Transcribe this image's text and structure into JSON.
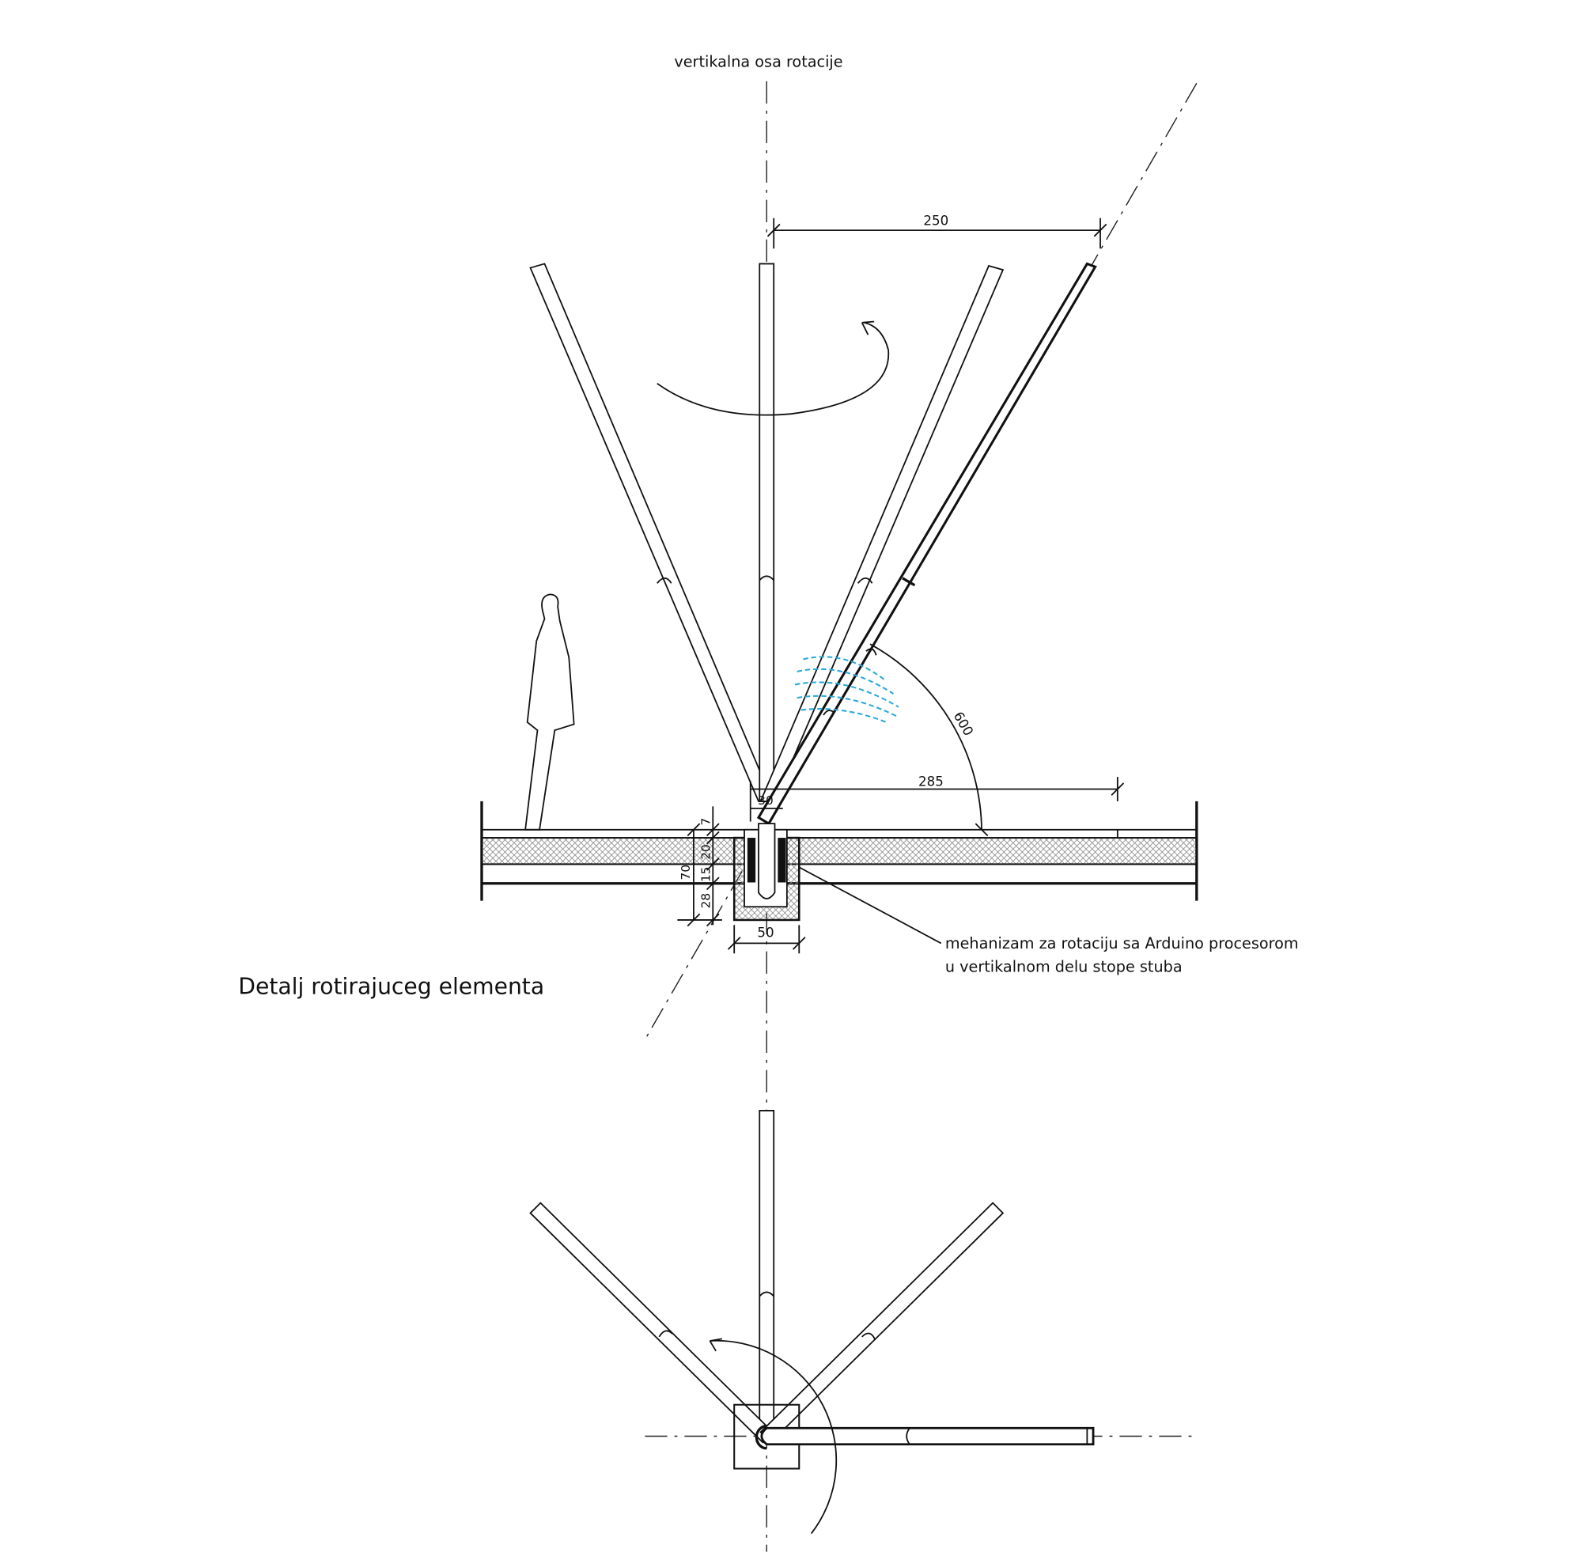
{
  "labels": {
    "axis_label": "vertikalna osa rotacije",
    "title": "Detalj rotirajuceg elementa",
    "mechanism_line1": "mehanizam za rotaciju sa Arduino procesorom",
    "mechanism_line2": "u vertikalnom delu stope stuba"
  },
  "dimensions": {
    "top_width": "250",
    "base_width": "285",
    "pole_length": "600",
    "pole_gap": "30",
    "d7": "7",
    "d20": "20",
    "d15": "15",
    "d28": "28",
    "d70": "70",
    "socket_width": "50"
  },
  "colors": {
    "line": "#111111",
    "sensor_waves": "#2aa7d8"
  }
}
